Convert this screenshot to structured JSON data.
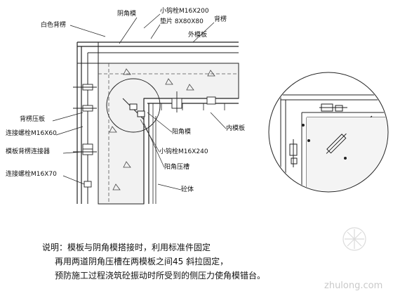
{
  "labels": {
    "white_bracket": "白色背楞",
    "yin_corner_mold": "阴角模",
    "small_pin_top": "小钩栓M16X200",
    "washer": "垫片 8X80X80",
    "back_ridge": "背楞",
    "outer_form": "外模板",
    "back_ridge_plate": "背楞压板",
    "conn_bolt_60": "连接螺栓M16X60",
    "form_conn": "模板背楞连接器",
    "conn_bolt_70": "连接螺栓M16X70",
    "yang_corner_mold": "阳角模",
    "small_pin_240": "小钩栓M16X240",
    "corner_press_groove": "阳角压槽",
    "inner_form": "内模板",
    "wall_body": "砼体"
  },
  "notes": {
    "line1": "说明：模板与阴角模搭接时，利用标准件固定",
    "line2": "再用两道阴角压槽在两模板之间45 斜拉固定，",
    "line3": "预防施工过程浇筑砼振动时所受到的侧压力使角模错台。"
  },
  "watermark": {
    "site": "zhulong.com"
  }
}
